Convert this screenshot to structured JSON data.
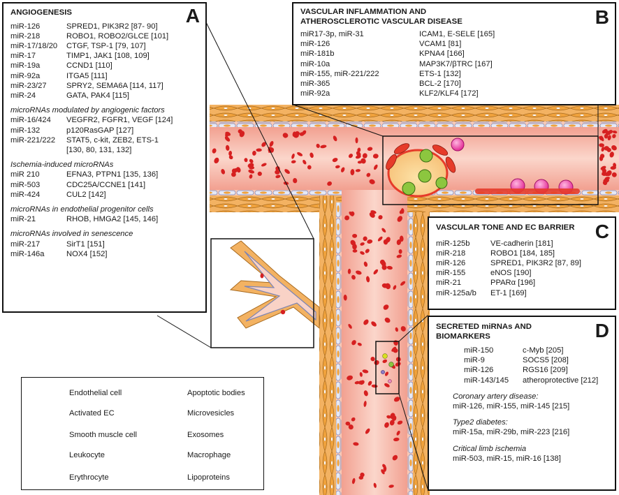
{
  "colors": {
    "vessel_wall": "#f2a98f",
    "lumen": "#f9d2c6",
    "erythrocyte": "#d62020",
    "leukocyte": "#ee3fa0",
    "smooth_muscle": "#f0a23c",
    "endothelial": "#dfe3f3",
    "activated_ec": "#e63b2a",
    "macrophage": "#8cc63f",
    "apoptotic": "#d9e021",
    "microvesicle": "#8e7cc3",
    "exosome": "#e98fbf"
  },
  "panelA": {
    "letter": "A",
    "title": "ANGIOGENESIS",
    "rows": [
      {
        "mir": "miR-126",
        "target": "SPRED1, PIK3R2 [87- 90]"
      },
      {
        "mir": "miR-218",
        "target": "ROBO1, ROBO2/GLCE [101]"
      },
      {
        "mir": "miR-17/18/20",
        "target": "CTGF, TSP-1 [79, 107]"
      },
      {
        "mir": "miR-17",
        "target": "TIMP1, JAK1 [108, 109]"
      },
      {
        "mir": "miR-19a",
        "target": "CCND1 [110]"
      },
      {
        "mir": "miR-92a",
        "target": "ITGA5 [111]"
      },
      {
        "mir": "miR-23/27",
        "target": "SPRY2, SEMA6A [114, 117]"
      },
      {
        "mir": "miR-24",
        "target": "GATA, PAK4 [115]"
      }
    ],
    "sections": [
      {
        "heading": "microRNAs modulated by angiogenic factors",
        "rows": [
          {
            "mir": "miR-16/424",
            "target": "VEGFR2, FGFR1, VEGF [124]"
          },
          {
            "mir": "miR-132",
            "target": "p120RasGAP [127]"
          },
          {
            "mir": "miR-221/222",
            "target": "STAT5, c-kit, ZEB2, ETS-1"
          },
          {
            "mir": "",
            "target": "[130, 80, 131, 132]"
          }
        ]
      },
      {
        "heading": "Ischemia-induced microRNAs",
        "rows": [
          {
            "mir": "miR 210",
            "target": "EFNA3, PTPN1 [135, 136]"
          },
          {
            "mir": "miR-503",
            "target": "CDC25A/CCNE1 [141]"
          },
          {
            "mir": "miR-424",
            "target": "CUL2 [142]"
          }
        ]
      },
      {
        "heading": "microRNAs in endothelial progenitor cells",
        "rows": [
          {
            "mir": "miR-21",
            "target": "RHOB, HMGA2 [145, 146]"
          }
        ]
      },
      {
        "heading": "microRNAs involved in senescence",
        "rows": [
          {
            "mir": "miR-217",
            "target": "SirT1 [151]"
          },
          {
            "mir": "miR-146a",
            "target": "NOX4 [152]"
          }
        ]
      }
    ]
  },
  "panelB": {
    "letter": "B",
    "title": "VASCULAR INFLAMMATION AND\nATHEROSCLEROTIC VASCULAR DISEASE",
    "rows": [
      {
        "mir": "miR17-3p, miR-31",
        "target": "ICAM1, E-SELE [165]"
      },
      {
        "mir": "miR-126",
        "target": "VCAM1 [81]"
      },
      {
        "mir": "miR-181b",
        "target": "KPNA4 [166]"
      },
      {
        "mir": "miR-10a",
        "target": "MAP3K7/βTRC [167]"
      },
      {
        "mir": "miR-155, miR-221/222",
        "target": "ETS-1 [132]"
      },
      {
        "mir": "miR-365",
        "target": "BCL-2 [170]"
      },
      {
        "mir": "miR-92a",
        "target": "KLF2/KLF4 [172]"
      }
    ]
  },
  "panelC": {
    "letter": "C",
    "title": "VASCULAR TONE AND EC BARRIER",
    "rows": [
      {
        "mir": "miR-125b",
        "target": "VE-cadherin [181]"
      },
      {
        "mir": "miR-218",
        "target": "ROBO1 [184, 185]"
      },
      {
        "mir": "miR-126",
        "target": "SPRED1, PIK3R2 [87, 89]"
      },
      {
        "mir": "miR-155",
        "target": "eNOS [190]"
      },
      {
        "mir": "miR-21",
        "target": "PPARα [196]"
      },
      {
        "mir": "miR-125a/b",
        "target": "ET-1 [169]"
      }
    ]
  },
  "panelD": {
    "letter": "D",
    "title": "SECRETED miRNAs AND\nBIOMARKERS",
    "rows": [
      {
        "mir": "miR-150",
        "target": "c-Myb [205]"
      },
      {
        "mir": "miR-9",
        "target": "SOCS5 [208]"
      },
      {
        "mir": "miR-126",
        "target": "RGS16 [209]"
      },
      {
        "mir": "miR-143/145",
        "target": "atheroprotective [212]"
      }
    ],
    "groups": [
      {
        "heading": "Coronary artery disease:",
        "text": "miR-126, miR-155, miR-145 [215]"
      },
      {
        "heading": "Type2 diabetes:",
        "text": "miR-15a, miR-29b, miR-223 [216]"
      },
      {
        "heading": "Critical limb ischemia",
        "text": "miR-503, miR-15, miR-16 [138]"
      }
    ]
  },
  "legend": {
    "items": [
      {
        "label": "Endothelial cell",
        "icon": "endothelial-cell-icon"
      },
      {
        "label": "Activated EC",
        "icon": "activated-ec-icon"
      },
      {
        "label": "Smooth muscle cell",
        "icon": "smooth-muscle-cell-icon"
      },
      {
        "label": "Leukocyte",
        "icon": "leukocyte-icon"
      },
      {
        "label": "Erythrocyte",
        "icon": "erythrocyte-icon"
      },
      {
        "label": "Apoptotic bodies",
        "icon": "apoptotic-bodies-icon"
      },
      {
        "label": "Microvesicles",
        "icon": "microvesicles-icon"
      },
      {
        "label": "Exosomes",
        "icon": "exosomes-icon"
      },
      {
        "label": "Macrophage",
        "icon": "macrophage-icon"
      },
      {
        "label": "Lipoproteins",
        "icon": "lipoproteins-icon"
      }
    ]
  }
}
